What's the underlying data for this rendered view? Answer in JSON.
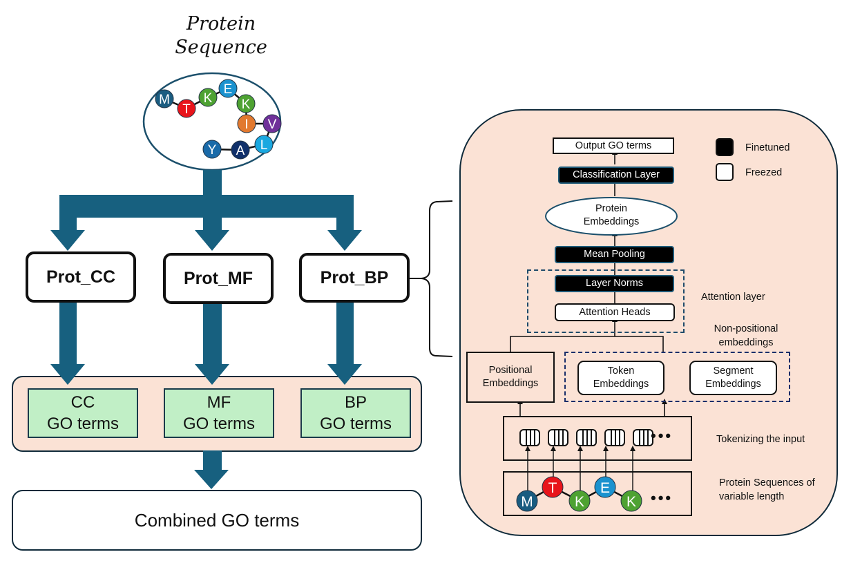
{
  "header": {
    "title_line1": "Protein",
    "title_line2": "Sequence"
  },
  "sequence_full": {
    "residues": [
      {
        "letter": "M",
        "color": "#1a5c80"
      },
      {
        "letter": "T",
        "color": "#e8141b"
      },
      {
        "letter": "K",
        "color": "#4ea232"
      },
      {
        "letter": "E",
        "color": "#1a92cf"
      },
      {
        "letter": "K",
        "color": "#4ea232"
      },
      {
        "letter": "I",
        "color": "#e2792f"
      },
      {
        "letter": "V",
        "color": "#6f3099"
      },
      {
        "letter": "L",
        "color": "#1aa8e0"
      },
      {
        "letter": "A",
        "color": "#10306a"
      },
      {
        "letter": "Y",
        "color": "#1a6aa8"
      }
    ]
  },
  "models": [
    {
      "label": "Prot_CC"
    },
    {
      "label": "Prot_MF"
    },
    {
      "label": "Prot_BP"
    }
  ],
  "go_outputs": [
    {
      "line1": "CC",
      "line2": "GO terms"
    },
    {
      "line1": "MF",
      "line2": "GO terms"
    },
    {
      "line1": "BP",
      "line2": "GO terms"
    }
  ],
  "combined": {
    "label": "Combined GO terms"
  },
  "colors": {
    "arrow": "#17607f",
    "panel_bg": "#fbe2d5",
    "go_box": "#c1efc6",
    "finetuned": "#000000",
    "freezed": "#ffffff"
  },
  "architecture": {
    "output": "Output GO terms",
    "classification": "Classification Layer",
    "protein_embeddings_line1": "Protein",
    "protein_embeddings_line2": "Embeddings",
    "mean_pooling": "Mean Pooling",
    "layer_norms": "Layer Norms",
    "attention_heads": "Attention Heads",
    "attention_layer_label": "Attention layer",
    "non_positional_line1": "Non-positional",
    "non_positional_line2": "embeddings",
    "positional_line1": "Positional",
    "positional_line2": "Embeddings",
    "token_line1": "Token",
    "token_line2": "Embeddings",
    "segment_line1": "Segment",
    "segment_line2": "Embeddings",
    "tokenizing_label": "Tokenizing the input",
    "sequences_label_line1": "Protein Sequences of",
    "sequences_label_line2": "variable length",
    "ellipsis": "•••",
    "input_residues": [
      {
        "letter": "M",
        "color": "#1a5c80"
      },
      {
        "letter": "T",
        "color": "#e8141b"
      },
      {
        "letter": "K",
        "color": "#4ea232"
      },
      {
        "letter": "E",
        "color": "#1a92cf"
      },
      {
        "letter": "K",
        "color": "#4ea232"
      }
    ]
  },
  "legend": {
    "items": [
      {
        "label": "Finetuned",
        "kind": "finetuned"
      },
      {
        "label": "Freezed",
        "kind": "freezed"
      }
    ]
  }
}
